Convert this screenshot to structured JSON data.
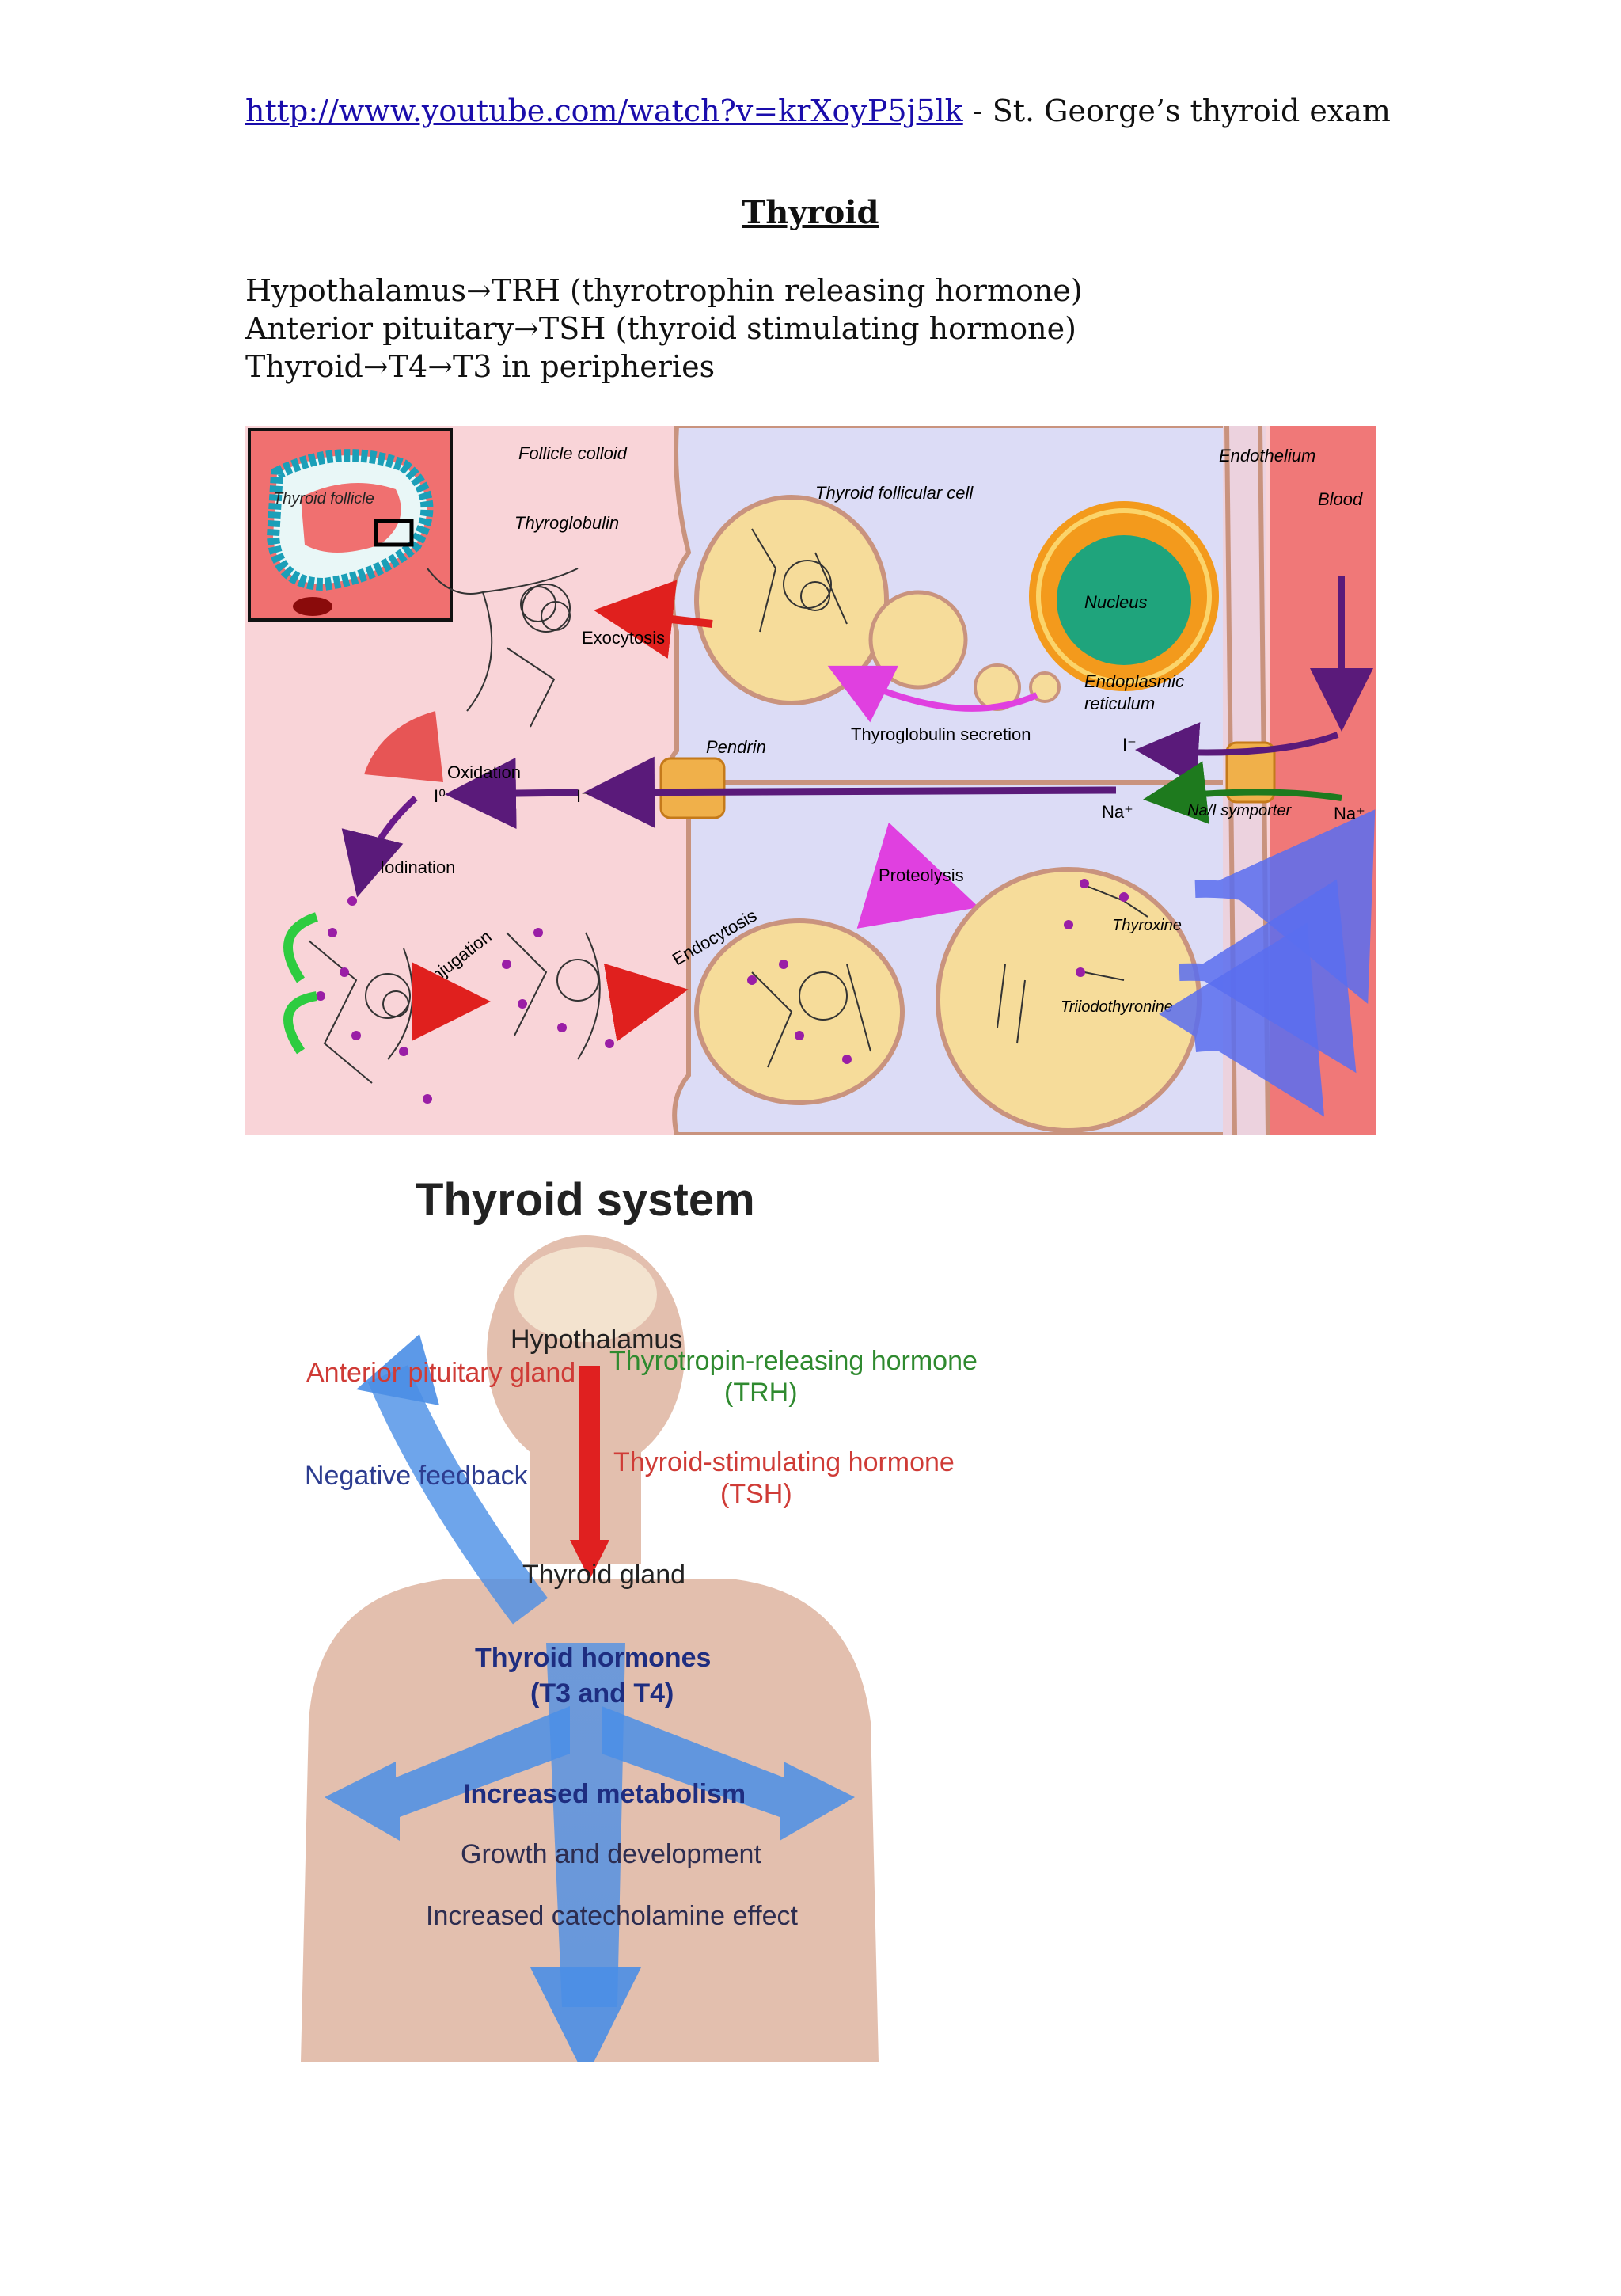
{
  "header": {
    "link_text": "http://www.youtube.com/watch?v=krXoyP5j5lk",
    "link_suffix": " - St. George’s thyroid exam"
  },
  "title": "Thyroid",
  "notes": [
    {
      "from": "Hypothalamus",
      "to": "TRH (thyrotrophin releasing hormone)"
    },
    {
      "from": "Anterior pituitary",
      "to": "TSH (thyroid stimulating hormone)"
    },
    {
      "from": "Thyroid",
      "to": "T4",
      "to2": "T3 in peripheries"
    }
  ],
  "arrow_glyph": "→",
  "figure1": {
    "labels": {
      "follicle_colloid": "Follicle colloid",
      "thyroid_follicular_cell": "Thyroid follicular cell",
      "endothelium": "Endothelium",
      "blood": "Blood",
      "thyroid_follicle": "Thyroid follicle",
      "thyroglobulin": "Thyroglobulin",
      "exocytosis": "Exocytosis",
      "nucleus": "Nucleus",
      "endoplasmic_reticulum_1": "Endoplasmic",
      "endoplasmic_reticulum_2": "reticulum",
      "thyroglobulin_secretion": "Thyroglobulin secretion",
      "pendrin": "Pendrin",
      "oxidation": "Oxidation",
      "i0": "I⁰",
      "i_minus": "I⁻",
      "na_plus": "Na⁺",
      "na_i_symporter": "Na/I symporter",
      "iodination": "Iodination",
      "proteolysis": "Proteolysis",
      "conjugation": "Conjugation",
      "endocytosis": "Endocytosis",
      "thyroxine": "Thyroxine",
      "triiodothyronine": "Triiodothyronine"
    },
    "colors": {
      "colloid": "#f9d4d8",
      "cell": "#dcdcf6",
      "blood": "#f07878",
      "vesicle": "#f6dc9a",
      "nucleus": "#1fa47c"
    }
  },
  "figure2": {
    "title": "Thyroid system",
    "hypothalamus": "Hypothalamus",
    "anterior_pituitary": "Anterior pituitary gland",
    "trh_line1": "Thyrotropin-releasing hormone",
    "trh_line2": "(TRH)",
    "negative_feedback": "Negative feedback",
    "tsh_line1": "Thyroid-stimulating hormone",
    "tsh_line2": "(TSH)",
    "thyroid_gland": "Thyroid gland",
    "hormones_line1": "Thyroid hormones",
    "hormones_line2": "(T3 and T4)",
    "effect1": "Increased metabolism",
    "effect2": "Growth and development",
    "effect3": "Increased catecholamine effect",
    "colors": {
      "skin": "#e3bfae",
      "arrow_blue": "#4a8ee6",
      "arrow_red": "#e02020",
      "text_red": "#cf3b36",
      "text_green": "#2f8a2f",
      "text_blue": "#2d3d90"
    }
  }
}
